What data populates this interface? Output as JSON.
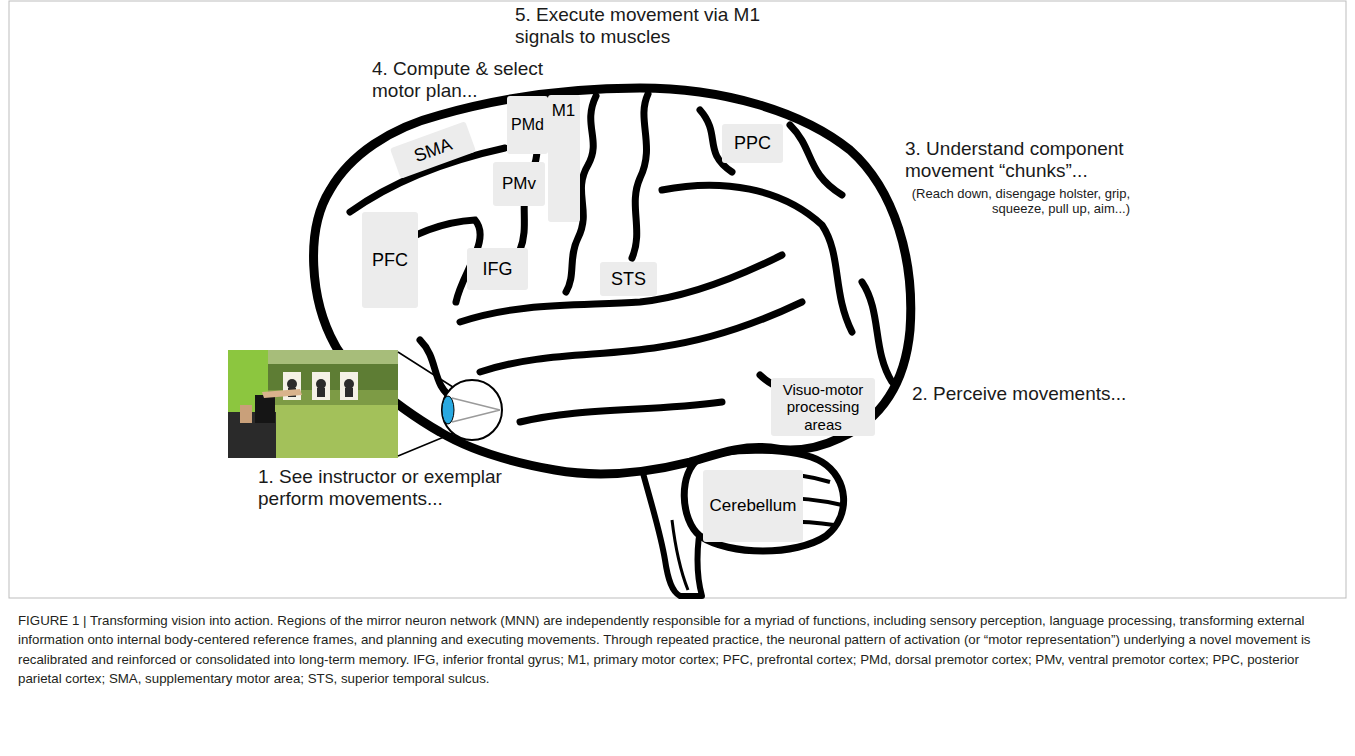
{
  "diagram": {
    "caption": "FIGURE 1 | Transforming vision into action. Regions of the mirror neuron network (MNN) are independently responsible for a myriad of functions, including sensory perception, language processing, transforming external information onto internal body-centered reference frames, and planning and executing movements. Through repeated practice, the neuronal pattern of activation (or “motor representation”) underlying a novel movement is recalibrated and reinforced or consolidated into long-term memory. IFG, inferior frontal gyrus; M1, primary motor cortex; PFC, prefrontal cortex; PMd, dorsal premotor cortex; PMv, ventral premotor cortex; PPC, posterior parietal cortex; SMA, supplementary motor area; STS, superior temporal sulcus.",
    "nodes": [
      {
        "text": [
          "SMA"
        ]
      },
      {
        "text": [
          "PMd"
        ]
      },
      {
        "text": [
          "M1"
        ]
      },
      {
        "text": [
          "PMv"
        ]
      },
      {
        "text": [
          "PFC"
        ]
      },
      {
        "text": [
          "IFG"
        ]
      },
      {
        "text": [
          "STS"
        ]
      },
      {
        "text": [
          "PPC"
        ]
      },
      {
        "text": [
          "Visuo-motor processing areas"
        ]
      },
      {
        "text": [
          "Cerebellum"
        ]
      }
    ],
    "labels": [
      "5. Execute movement via M1 signals to muscles",
      "4. Compute & select motor plan...",
      "3. Understand component movement “chunks”...",
      "(Reach down, disengage holster, grip, squeeze, pull up, aim...)",
      "2. Perceive movements...",
      "1. See instructor or exemplar perform movements..."
    ]
  }
}
